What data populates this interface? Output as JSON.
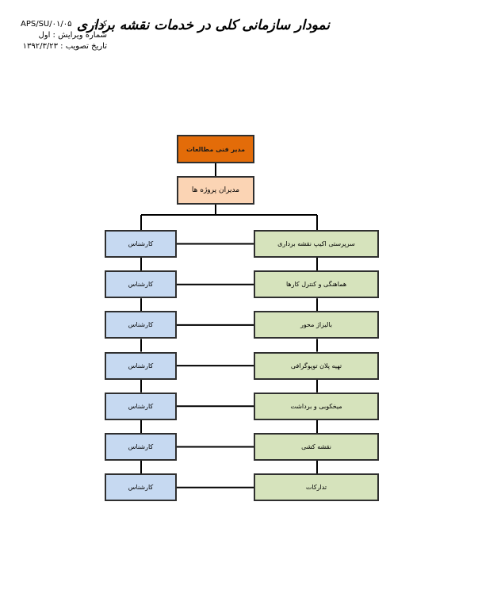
{
  "doc": {
    "title": "نمودار سازمانی کلی در خدمات نقشه برداری",
    "code_label": "کد :",
    "code_value": "APS/SU/۰۱/۰۵",
    "revision_label": "شماره ویرایش :",
    "revision_value": "اول",
    "approval_label": "تاریخ تصویب :",
    "approval_value": "۱۳۹۲/۳/۲۳"
  },
  "org": {
    "head": "مدیر فنی مطالعات",
    "managers": "مدیران پروژه ها",
    "teams": [
      "سرپرستی اکیپ نقشه برداری",
      "هماهنگی و کنترل کارها",
      "بالیزاژ محور",
      "تهیه پلان توپوگرافی",
      "میخکوبی و برداشت",
      "نقشه کشی",
      "تدارکات"
    ],
    "experts": [
      "کارشناس",
      "کارشناس",
      "کارشناس",
      "کارشناس",
      "کارشناس",
      "کارشناس",
      "کارشناس"
    ]
  },
  "colors": {
    "head_fill": "#e36c09",
    "manager_fill": "#fbd4b4",
    "team_fill": "#d6e3bc",
    "expert_fill": "#c6d9f1",
    "border": "#2f2f2f"
  }
}
